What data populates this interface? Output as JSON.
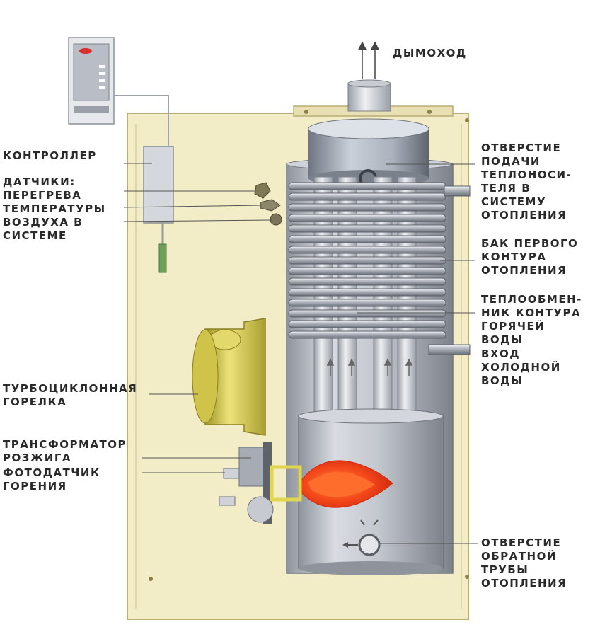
{
  "labels": {
    "chimney": "ДЫМОХОД",
    "controller": "КОНТРОЛЛЕР",
    "sensors": "ДАТЧИКИ:\nПЕРЕГРЕВА\nТЕМПЕРАТУРЫ\nВОЗДУХА В\nСИСТЕМЕ",
    "supply_outlet": "ОТВЕРСТИЕ\nПОДАЧИ\nТЕПЛОНОСИ-\nТЕЛЯ В\nСИСТЕМУ\nОТОПЛЕНИЯ",
    "primary_tank": "БАК ПЕРВОГО\nКОНТУРА\nОТОПЛЕНИЯ",
    "heat_exchanger": "ТЕПЛООБМЕН-\nНИК КОНТУРА\nГОРЯЧЕЙ\nВОДЫ",
    "cold_water_inlet": "ВХОД\nХОЛОДНОЙ\nВОДЫ",
    "burner": "ТУРБОЦИКЛОННАЯ\nГОРЕЛКА",
    "ignition_transformer": "ТРАНСФОРМАТОР\nРОЗЖИГА",
    "flame_sensor": "ФОТОДАТЧИК\nГОРЕНИЯ",
    "return_outlet": "ОТВЕРСТИЕ\nОБРАТНОЙ\nТРУБЫ\nОТОПЛЕНИЯ"
  },
  "colors": {
    "casing": "#f2ecc7",
    "casing_edge": "#b8ad73",
    "tank_metal": "#b8bcc4",
    "coil": "#9ea3ad",
    "burner_body": "#d9cc55",
    "flame_outer": "#f04a1a",
    "flame_inner": "#ff6d2c",
    "label_text": "#2a2a2a",
    "leader_line": "#555555"
  }
}
